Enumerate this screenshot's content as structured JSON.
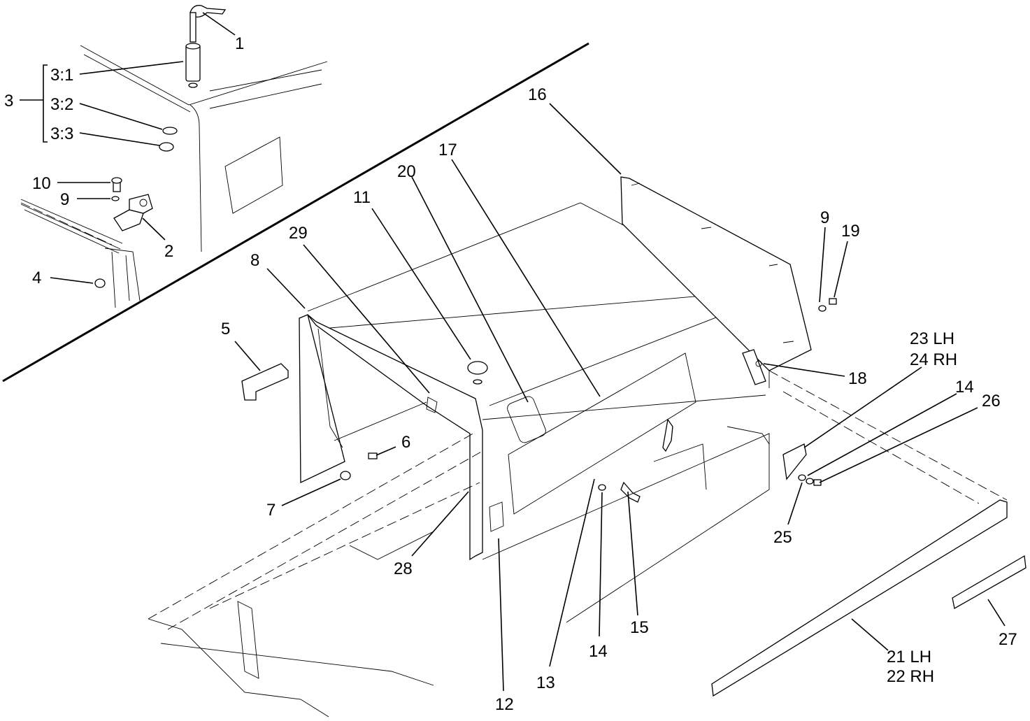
{
  "callouts": {
    "c1": "1",
    "c3_1": "3:1",
    "c3": "3",
    "c3_2": "3:2",
    "c3_3": "3:3",
    "c10": "10",
    "c9a": "9",
    "c2": "2",
    "c4": "4",
    "c16": "16",
    "c17": "17",
    "c20": "20",
    "c11": "11",
    "c29": "29",
    "c8": "8",
    "c5": "5",
    "c6": "6",
    "c7": "7",
    "c28": "28",
    "c12": "12",
    "c13": "13",
    "c14a": "14",
    "c15": "15",
    "c9b": "9",
    "c19": "19",
    "c18": "18",
    "c23": "23 LH",
    "c24": "24 RH",
    "c14b": "14",
    "c26": "26",
    "c25": "25",
    "c21": "21 LH",
    "c22": "22 RH",
    "c27": "27"
  }
}
